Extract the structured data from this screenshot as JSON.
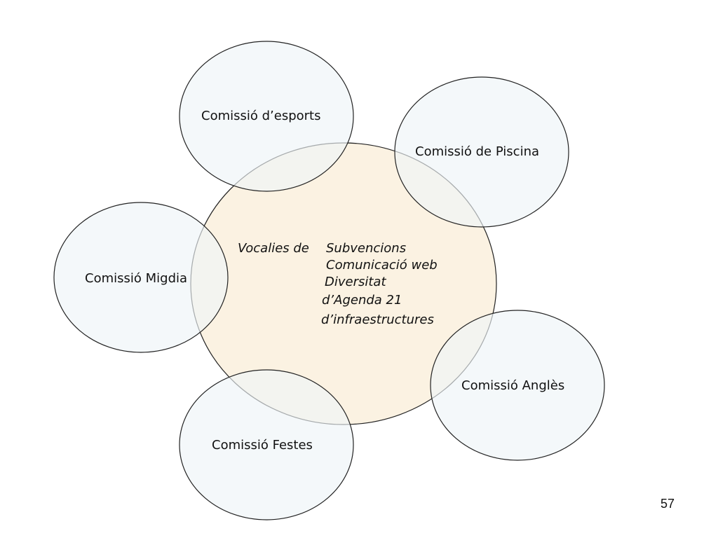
{
  "center": {
    "heading": "Vocalies de",
    "items": [
      "Subvencions",
      "Comunicació web",
      "Diversitat",
      "d’Agenda 21",
      "d’infraestructures"
    ]
  },
  "commissions": [
    "Comissió d’esports",
    "Comissió de Piscina",
    "Comissió Migdia",
    "Comissió Anglès",
    "Comissió Festes"
  ],
  "page_number": "57",
  "colors": {
    "center_fill": "#fbf2e2",
    "outer_fill": "#eef5f8",
    "stroke": "#222222"
  }
}
